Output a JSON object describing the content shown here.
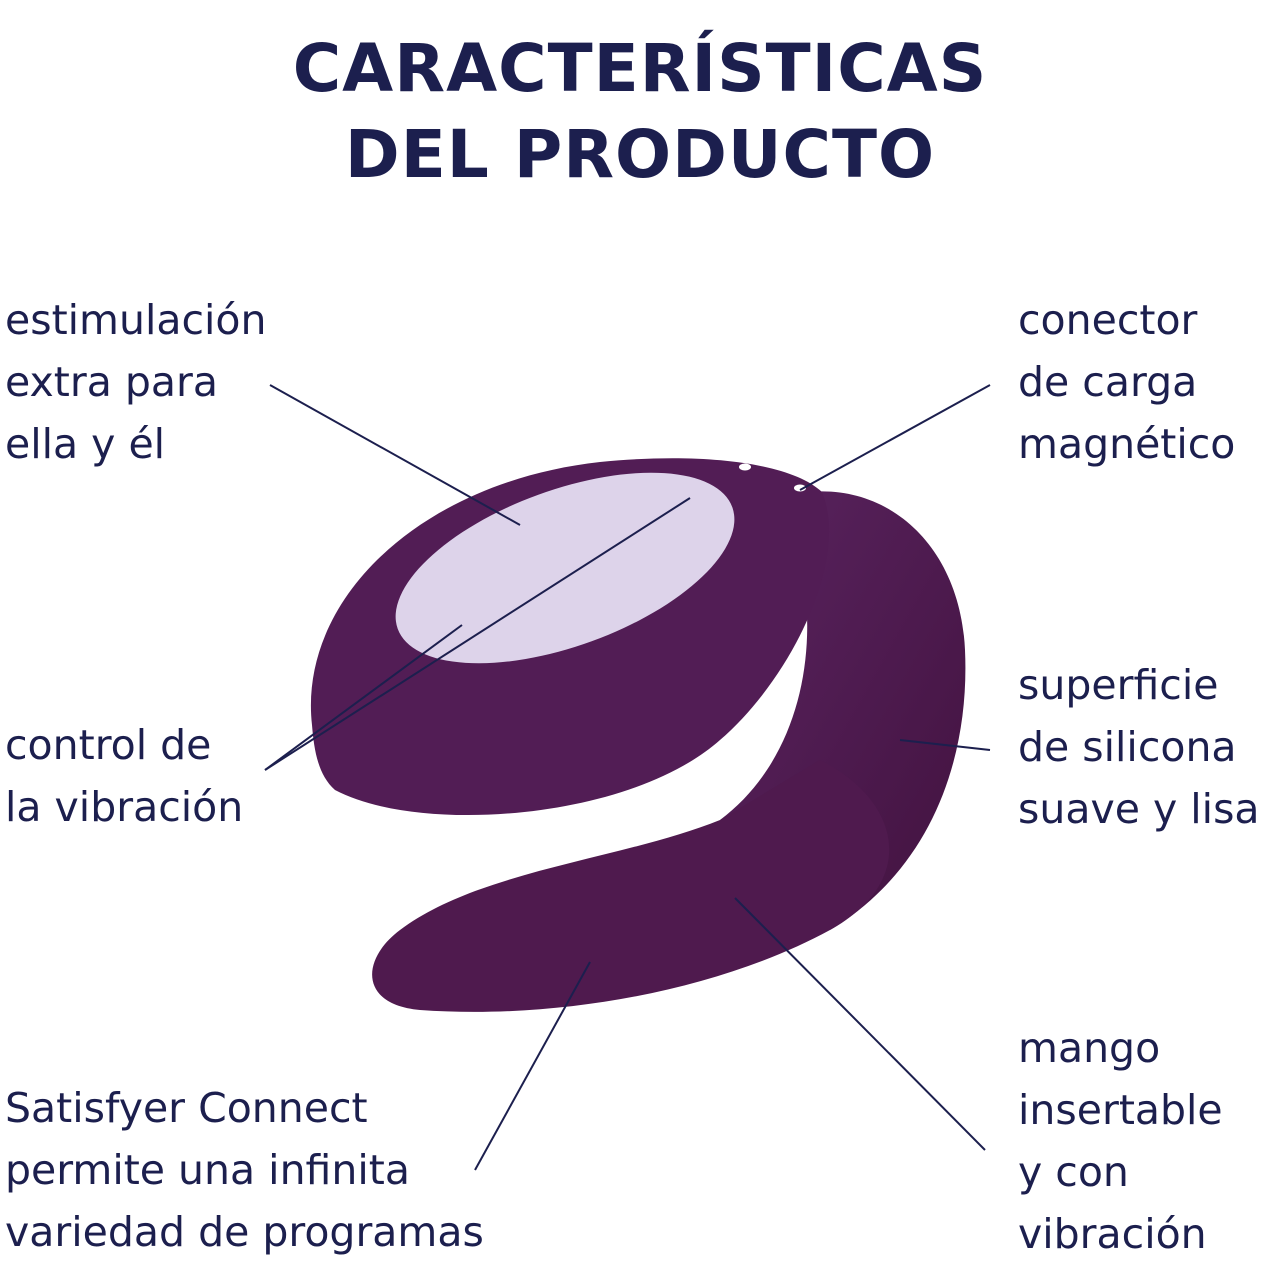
{
  "title": {
    "line1": "CARACTERÍSTICAS",
    "line2": "DEL PRODUCTO"
  },
  "features": {
    "stimulation": [
      "estimulación",
      "extra para",
      "ella y él"
    ],
    "control": [
      "control de",
      "la vibración"
    ],
    "app": [
      "Satisfyer Connect",
      "permite una infinita",
      "variedad de programas"
    ],
    "charger": [
      "conector",
      "de carga",
      "magnético"
    ],
    "surface": [
      "superficie",
      "de silicona",
      "suave y lisa"
    ],
    "handle": [
      "mango",
      "insertable",
      "y con",
      "vibración"
    ]
  },
  "colors": {
    "text": "#1c1f4e",
    "product": "#4e1a4f",
    "panel": "#ddd3ea"
  }
}
